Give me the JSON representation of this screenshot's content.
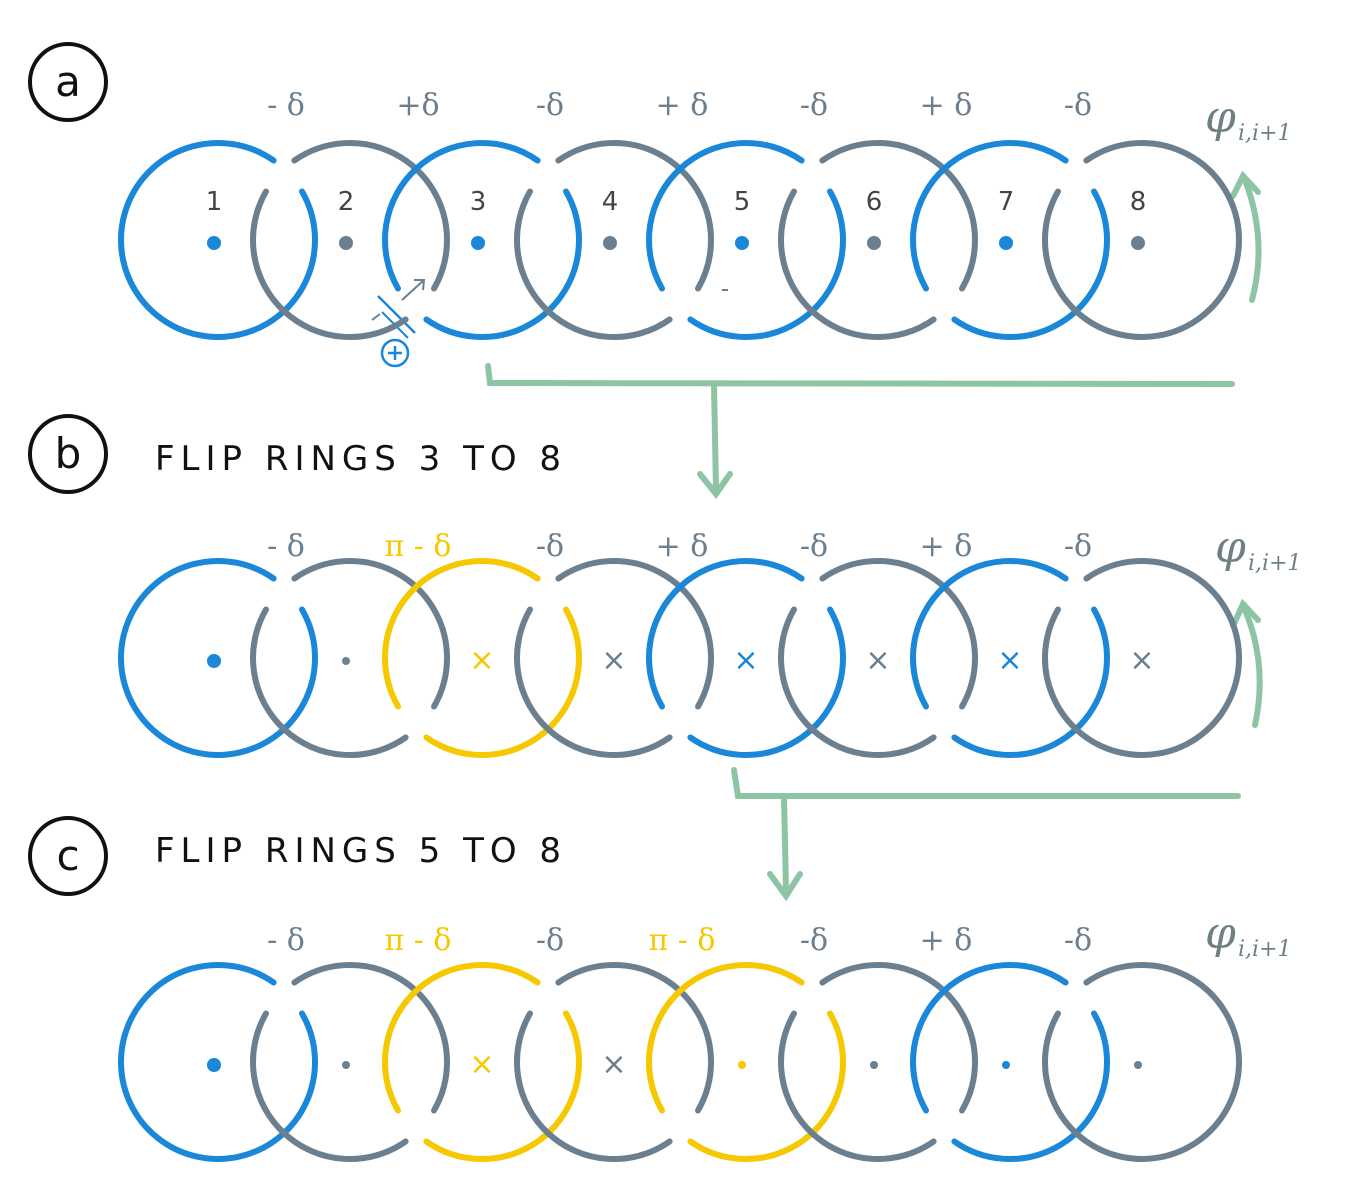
{
  "colors": {
    "blue": "#1a87d8",
    "gray": "#6b7f8f",
    "yellow": "#f5c800",
    "green": "#8cc4a4",
    "black": "#111111"
  },
  "phi": {
    "main": "φ",
    "sub": "i,i+1"
  },
  "panels": [
    {
      "id": "a",
      "badge": "a",
      "title": "",
      "deltas": [
        {
          "text": "- δ",
          "color": "gray"
        },
        {
          "text": "+δ",
          "color": "gray"
        },
        {
          "text": "-δ",
          "color": "gray"
        },
        {
          "text": "+ δ",
          "color": "gray"
        },
        {
          "text": "-δ",
          "color": "gray"
        },
        {
          "text": "+ δ",
          "color": "gray"
        },
        {
          "text": "-δ",
          "color": "gray"
        }
      ],
      "rings": [
        {
          "number": "1",
          "color": "blue",
          "mark": "dot"
        },
        {
          "number": "2",
          "color": "gray",
          "mark": "dot"
        },
        {
          "number": "3",
          "color": "blue",
          "mark": "dot"
        },
        {
          "number": "4",
          "color": "gray",
          "mark": "dot"
        },
        {
          "number": "5",
          "color": "blue",
          "mark": "dot"
        },
        {
          "number": "6",
          "color": "gray",
          "mark": "dot"
        },
        {
          "number": "7",
          "color": "blue",
          "mark": "dot"
        },
        {
          "number": "8",
          "color": "gray",
          "mark": "dot"
        }
      ],
      "plus_symbol": "⊕"
    },
    {
      "id": "b",
      "badge": "b",
      "title": "FLIP RINGS 3 TO 8",
      "deltas": [
        {
          "text": "- δ",
          "color": "gray"
        },
        {
          "text": "π - δ",
          "color": "yellow"
        },
        {
          "text": "-δ",
          "color": "gray"
        },
        {
          "text": "+ δ",
          "color": "gray"
        },
        {
          "text": "-δ",
          "color": "gray"
        },
        {
          "text": "+ δ",
          "color": "gray"
        },
        {
          "text": "-δ",
          "color": "gray"
        }
      ],
      "rings": [
        {
          "number": "",
          "color": "blue",
          "mark": "dot"
        },
        {
          "number": "",
          "color": "gray",
          "mark": "dot"
        },
        {
          "number": "",
          "color": "yellow",
          "mark": "x"
        },
        {
          "number": "",
          "color": "gray",
          "mark": "x"
        },
        {
          "number": "",
          "color": "blue",
          "mark": "x"
        },
        {
          "number": "",
          "color": "gray",
          "mark": "x"
        },
        {
          "number": "",
          "color": "blue",
          "mark": "x"
        },
        {
          "number": "",
          "color": "gray",
          "mark": "x"
        }
      ]
    },
    {
      "id": "c",
      "badge": "c",
      "title": "FLIP RINGS 5 TO 8",
      "deltas": [
        {
          "text": "- δ",
          "color": "gray"
        },
        {
          "text": "π - δ",
          "color": "yellow"
        },
        {
          "text": "-δ",
          "color": "gray"
        },
        {
          "text": "π - δ",
          "color": "yellow"
        },
        {
          "text": "-δ",
          "color": "gray"
        },
        {
          "text": "+ δ",
          "color": "gray"
        },
        {
          "text": "-δ",
          "color": "gray"
        }
      ],
      "rings": [
        {
          "number": "",
          "color": "blue",
          "mark": "dot"
        },
        {
          "number": "",
          "color": "gray",
          "mark": "dot"
        },
        {
          "number": "",
          "color": "yellow",
          "mark": "x"
        },
        {
          "number": "",
          "color": "gray",
          "mark": "x"
        },
        {
          "number": "",
          "color": "yellow",
          "mark": "dot"
        },
        {
          "number": "",
          "color": "gray",
          "mark": "dot"
        },
        {
          "number": "",
          "color": "blue",
          "mark": "dot"
        },
        {
          "number": "",
          "color": "gray",
          "mark": "dot"
        }
      ]
    }
  ]
}
